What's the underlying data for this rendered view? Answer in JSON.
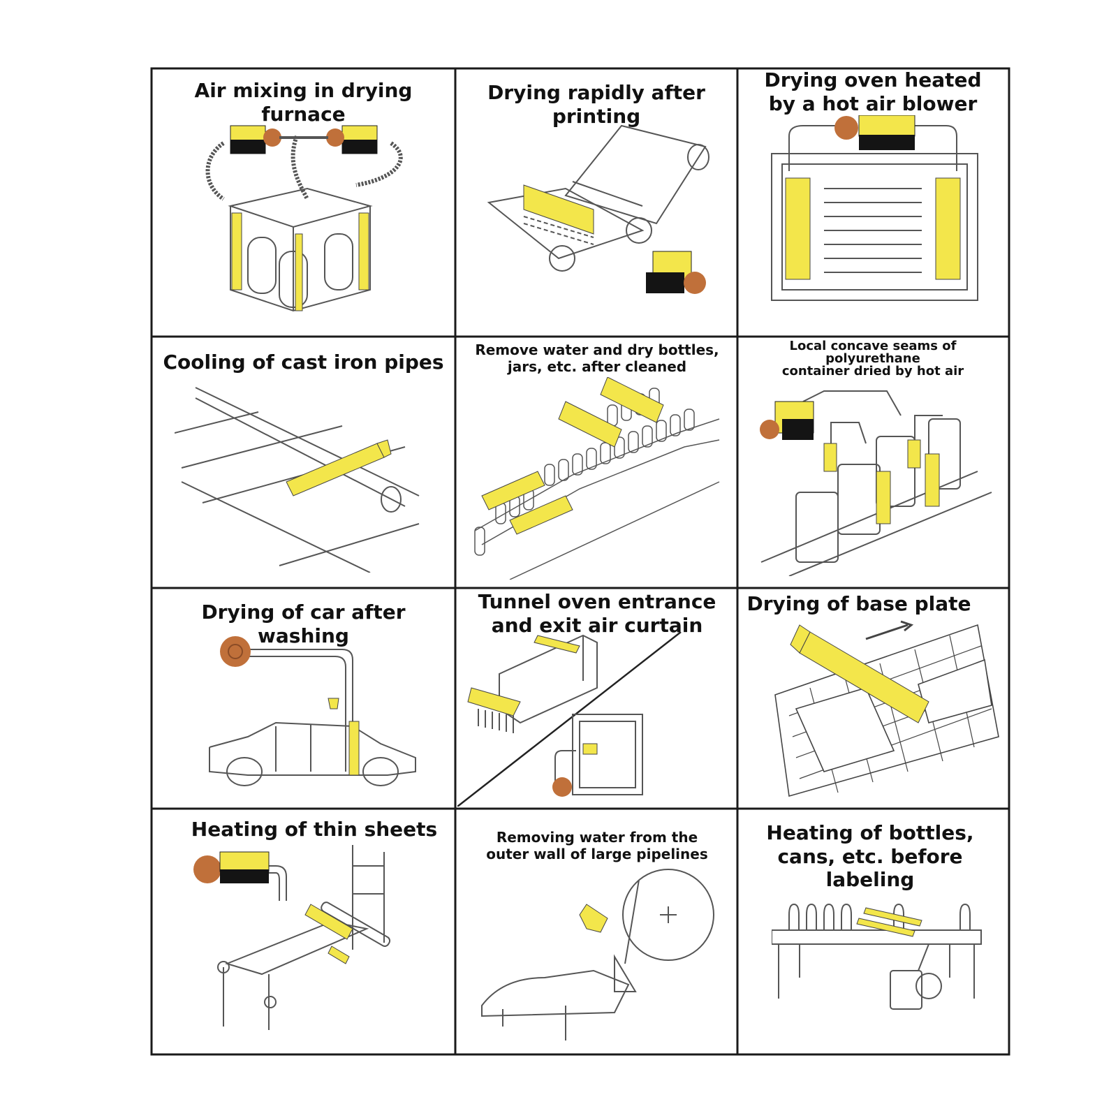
{
  "colors": {
    "yellow": "#f3e64b",
    "brown": "#c0703a",
    "black": "#141414",
    "line": "#555555",
    "border": "#1a1a1a"
  },
  "cells": [
    {
      "id": "air-mixing",
      "title_lines": [
        "Air mixing in drying furnace"
      ],
      "icon": "drying-furnace-illustration"
    },
    {
      "id": "drying-printing",
      "title_lines": [
        "Drying rapidly after printing"
      ],
      "icon": "printing-roller-illustration"
    },
    {
      "id": "drying-oven",
      "title_lines": [
        "Drying oven heated",
        "by a hot air blower"
      ],
      "icon": "drying-oven-illustration"
    },
    {
      "id": "cooling-pipes",
      "title_lines": [
        "Cooling of cast iron pipes"
      ],
      "icon": "cast-iron-pipe-illustration"
    },
    {
      "id": "dry-bottles",
      "title_lines": [
        "Remove water and dry bottles,",
        "jars, etc. after cleaned"
      ],
      "icon": "bottle-conveyor-illustration"
    },
    {
      "id": "polyurethane",
      "title_lines": [
        "Local concave seams of",
        "polyurethane",
        "container dried by hot air"
      ],
      "icon": "container-drying-illustration"
    },
    {
      "id": "car-washing",
      "title_lines": [
        "Drying of car after washing"
      ],
      "icon": "car-drying-illustration"
    },
    {
      "id": "tunnel-oven",
      "title_lines": [
        "Tunnel oven entrance",
        "and exit air curtain"
      ],
      "icon": "tunnel-oven-illustration"
    },
    {
      "id": "base-plate",
      "title_lines": [
        "Drying of base plate"
      ],
      "icon": "base-plate-illustration"
    },
    {
      "id": "thin-sheets",
      "title_lines": [
        "Heating of thin sheets"
      ],
      "icon": "thin-sheet-illustration"
    },
    {
      "id": "pipelines",
      "title_lines": [
        "Removing water from the",
        "outer wall of large pipelines"
      ],
      "icon": "pipeline-illustration"
    },
    {
      "id": "labeling",
      "title_lines": [
        "Heating of bottles,",
        "cans, etc. before labeling"
      ],
      "icon": "labeling-illustration"
    }
  ]
}
